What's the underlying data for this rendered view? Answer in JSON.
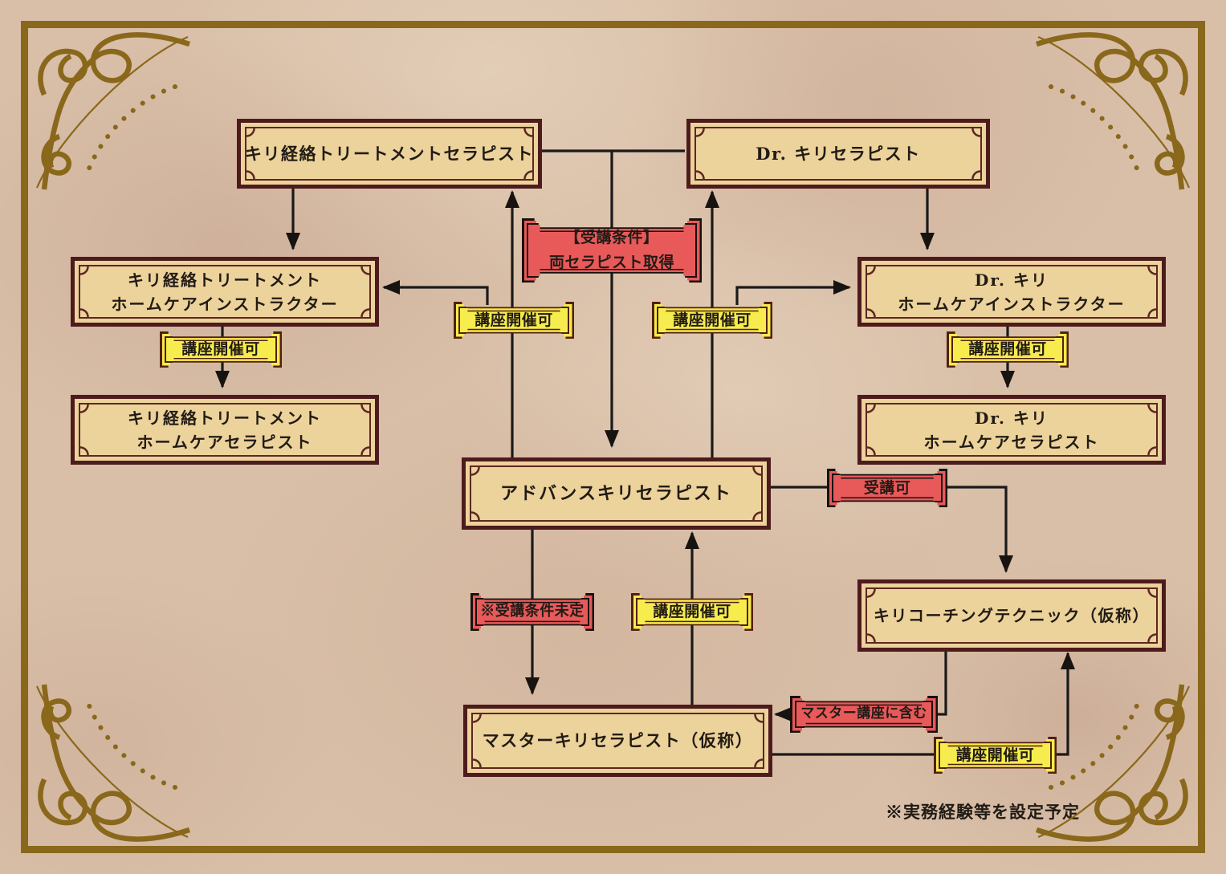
{
  "boxes": [
    {
      "name": "kiri-keiraku-treatment-therapist",
      "lines": [
        "キリ経絡トリートメントセラピスト"
      ]
    },
    {
      "name": "dr-kiri-therapist",
      "lines": [
        "Dr. キリセラピスト"
      ]
    },
    {
      "name": "kiri-keiraku-homecare-instructor",
      "lines": [
        "キリ経絡トリートメント",
        "ホームケアインストラクター"
      ]
    },
    {
      "name": "kiri-keiraku-homecare-therapist",
      "lines": [
        "キリ経絡トリートメント",
        "ホームケアセラピスト"
      ]
    },
    {
      "name": "dr-kiri-homecare-instructor",
      "lines": [
        "Dr. キリ",
        "ホームケアインストラクター"
      ]
    },
    {
      "name": "dr-kiri-homecare-therapist",
      "lines": [
        "Dr. キリ",
        "ホームケアセラピスト"
      ]
    },
    {
      "name": "advance-kiri-therapist",
      "lines": [
        "アドバンスキリセラピスト"
      ]
    },
    {
      "name": "kiri-coaching-technique",
      "lines": [
        "キリコーチングテクニック（仮称）"
      ]
    },
    {
      "name": "master-kiri-therapist",
      "lines": [
        "マスターキリセラピスト（仮称）"
      ]
    }
  ],
  "badges": [
    {
      "name": "prerequisite-both-therapists",
      "type": "red",
      "lines": [
        "【受講条件】",
        "両セラピスト取得"
      ]
    },
    {
      "name": "course-available-under-left-instructor",
      "type": "yellow",
      "lines": [
        "講座開催可"
      ]
    },
    {
      "name": "course-available-under-right-instructor",
      "type": "yellow",
      "lines": [
        "講座開催可"
      ]
    },
    {
      "name": "course-available-left-column",
      "type": "yellow",
      "lines": [
        "講座開催可"
      ]
    },
    {
      "name": "course-available-right-column",
      "type": "yellow",
      "lines": [
        "講座開催可"
      ]
    },
    {
      "name": "enrollment-allowed",
      "type": "red",
      "lines": [
        "受講可"
      ]
    },
    {
      "name": "prerequisite-undecided",
      "type": "red",
      "lines": [
        "※受講条件未定"
      ]
    },
    {
      "name": "course-available-center-bottom",
      "type": "yellow",
      "lines": [
        "講座開催可"
      ]
    },
    {
      "name": "included-in-master-course",
      "type": "red",
      "lines": [
        "マスター講座に含む"
      ]
    },
    {
      "name": "course-available-bottom-right",
      "type": "yellow",
      "lines": [
        "講座開催可"
      ]
    }
  ],
  "note": {
    "text": "※実務経験等を設定予定"
  },
  "colors": {
    "background": "#d9bfa8",
    "frame_gold": "#8a681b",
    "box_fill": "#ecd29b",
    "box_border": "#4e1b1d",
    "badge_red": "#e8595a",
    "badge_yellow": "#f6ec4d",
    "badge_red_border": "#17110e",
    "badge_yellow_border": "#53200f",
    "line": "#1a1a1a",
    "text": "#211b15"
  }
}
